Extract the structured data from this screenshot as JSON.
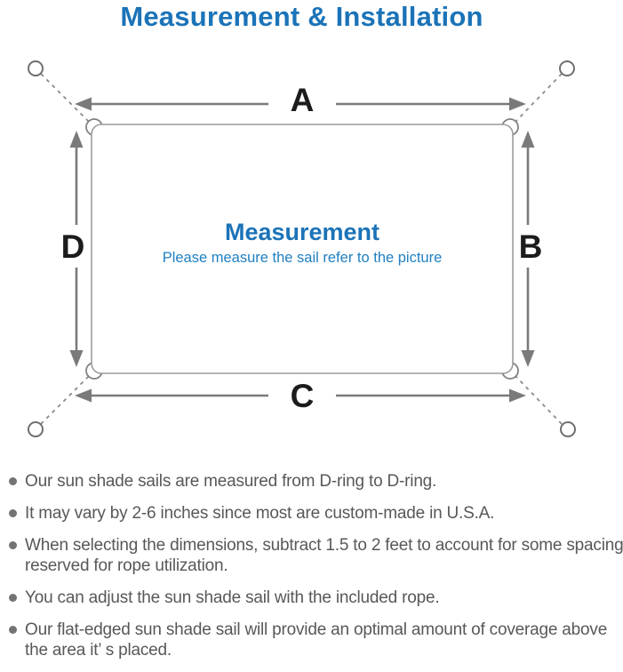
{
  "page": {
    "title": "Measurement & Installation",
    "background_color": "#ffffff",
    "title_color": "#1b73b8"
  },
  "diagram": {
    "labels": {
      "top": "A",
      "right": "B",
      "bottom": "C",
      "left": "D"
    },
    "center": {
      "title": "Measurement",
      "subtitle": "Please measure the sail refer to the picture"
    },
    "colors": {
      "arrow": "#7a7a7a",
      "sail_border": "#9c9c9c",
      "dim_label": "#1c1c1c",
      "center_title": "#1b73b8",
      "center_subtitle": "#2180c2",
      "bullet_text": "#585858",
      "bullet_dot": "#737373"
    }
  },
  "bullets": [
    [
      "Our sun shade sails are measured from D-ring to D-ring."
    ],
    [
      "It may vary by 2-6 inches since most are custom-made in U.S.A."
    ],
    [
      "When selecting the dimensions, subtract 1.5 to 2 feet to account for some spacing",
      "reserved for rope utilization."
    ],
    [
      "You can adjust the sun shade sail with the included rope."
    ],
    [
      "Our flat-edged sun shade sail will provide an optimal amount of coverage above",
      "the area it’ s placed."
    ]
  ]
}
